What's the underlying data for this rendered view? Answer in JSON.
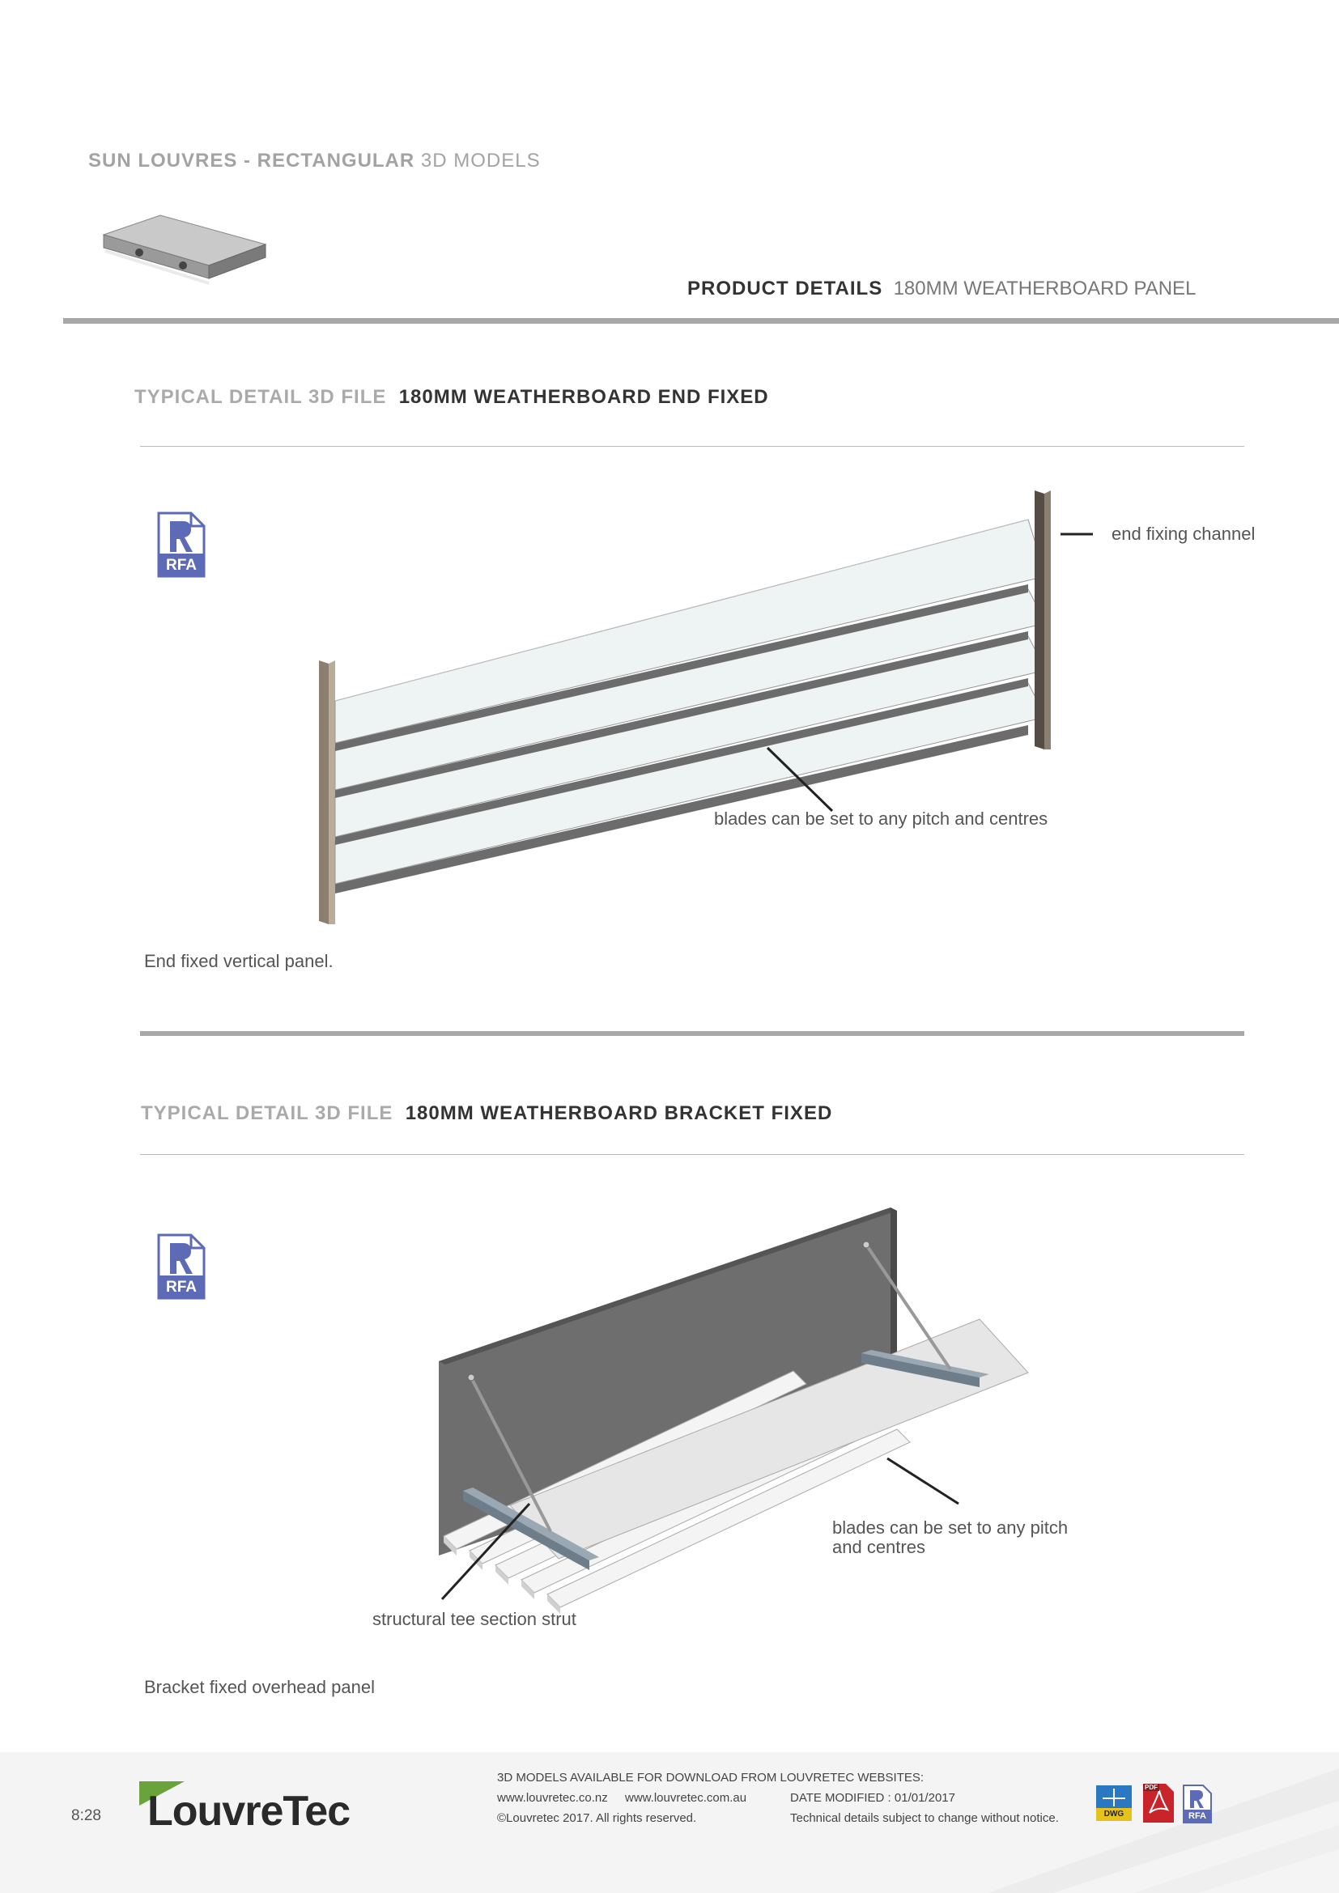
{
  "header": {
    "title_bold": "SUN LOUVRES - RECTANGULAR",
    "title_rest": " 3D MODELS",
    "product_label": "PRODUCT DETAILS",
    "product_value": "180MM WEATHERBOARD PANEL"
  },
  "sections": [
    {
      "prefix": "TYPICAL DETAIL 3D FILE",
      "title": "180MM WEATHERBOARD END FIXED",
      "file_badge": "RFA",
      "callouts": [
        "end fixing channel",
        "blades can be set to any pitch and centres"
      ],
      "caption": "End fixed vertical panel."
    },
    {
      "prefix": "TYPICAL DETAIL 3D FILE",
      "title": "180MM WEATHERBOARD BRACKET FIXED",
      "file_badge": "RFA",
      "callouts": [
        "blades can be set to any pitch",
        "and centres",
        "structural tee section strut"
      ],
      "caption": "Bracket fixed overhead panel"
    }
  ],
  "footer": {
    "page_number": "8:28",
    "logo": "LouvreTec",
    "download_line": "3D MODELS AVAILABLE FOR DOWNLOAD FROM LOUVRETEC WEBSITES:",
    "website_nz": "www.louvretec.co.nz",
    "website_au": "www.louvretec.com.au",
    "date_modified": "DATE MODIFIED : 01/01/2017",
    "copyright": "©Louvretec 2017. All rights reserved.",
    "disclaimer": "Technical details subject to change without notice.",
    "badges": [
      "DWG",
      "PDF",
      "RFA"
    ]
  },
  "colors": {
    "accent_green": "#6aa33c",
    "rfa_blue": "#5d6ab6",
    "dwg_blue": "#2a78c2",
    "pdf_red": "#c8242a",
    "rule_grey": "#a8a8a8"
  }
}
